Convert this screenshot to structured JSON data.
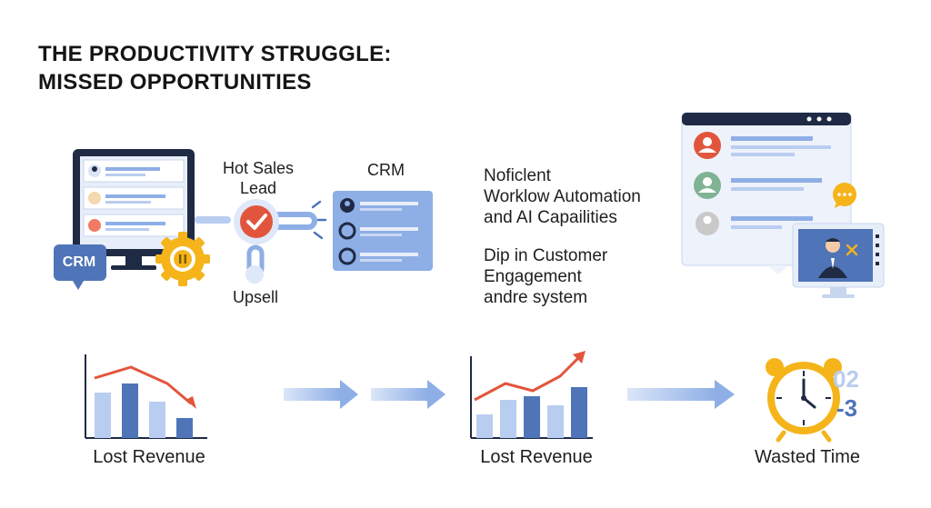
{
  "title": {
    "line1": "THE PRODUCTIVITY STRUGGLE:",
    "line2": "MISSED OPPORTUNITIES"
  },
  "left_group": {
    "crm_badge": "CRM",
    "hot_lead": {
      "line1": "Hot Sales",
      "line2": "Lead"
    },
    "upsell": "Upsell",
    "crm_panel_title": "CRM"
  },
  "notes": {
    "block1": [
      "Noficlent",
      "Worklow Automation",
      "and AI Capailities"
    ],
    "block2": [
      "Dip in Customer",
      "Engagement",
      "andre system"
    ]
  },
  "bottom": {
    "chart1_caption": "Lost Revenue",
    "chart2_caption": "Lost Revenue",
    "clock_caption": "Wasted Time",
    "clock_digits_top": "02",
    "clock_digits_bottom": "-3"
  },
  "colors": {
    "primary_blue": "#4f74b8",
    "light_blue": "#b9cdf0",
    "panel_blue": "#8eaee6",
    "red": "#e2553d",
    "yellow": "#f4b41a",
    "dark_navy": "#1f2a44"
  },
  "icons": [
    "monitor-icon",
    "gear-icon",
    "checkmark-icon",
    "link-icon",
    "avatar-icon",
    "chat-bubble-icon",
    "trend-up-icon",
    "trend-down-icon",
    "arrow-right-icon",
    "alarm-clock-icon"
  ]
}
